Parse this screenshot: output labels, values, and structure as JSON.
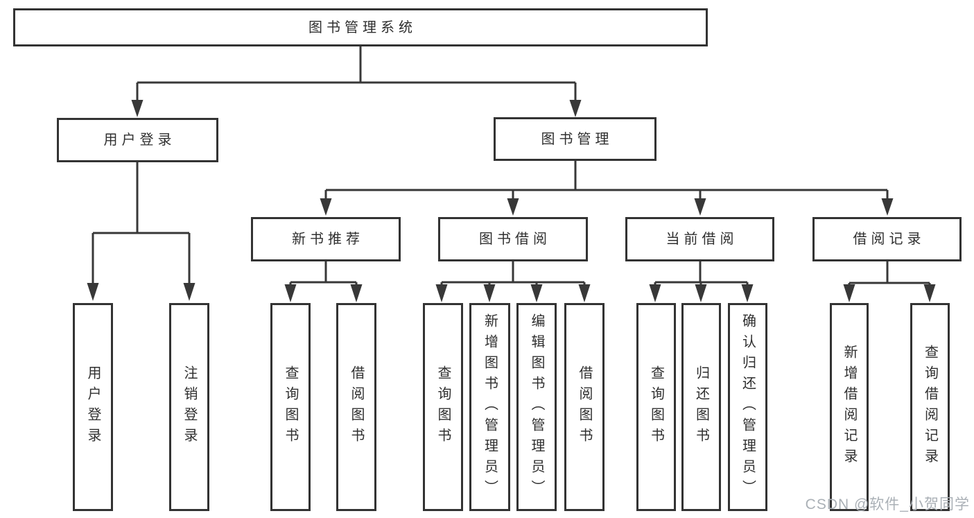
{
  "tree": {
    "label": "图书管理系统",
    "children": [
      {
        "label": "用户登录",
        "children": [
          {
            "label": "用户登录"
          },
          {
            "label": "注销登录"
          }
        ]
      },
      {
        "label": "图书管理",
        "children": [
          {
            "label": "新书推荐",
            "children": [
              {
                "label": "查询图书"
              },
              {
                "label": "借阅图书"
              }
            ]
          },
          {
            "label": "图书借阅",
            "children": [
              {
                "label": "查询图书"
              },
              {
                "label": "新增图书（管理员）"
              },
              {
                "label": "编辑图书（管理员）"
              },
              {
                "label": "借阅图书"
              }
            ]
          },
          {
            "label": "当前借阅",
            "children": [
              {
                "label": "查询图书"
              },
              {
                "label": "归还图书"
              },
              {
                "label": "确认归还（管理员）"
              }
            ]
          },
          {
            "label": "借阅记录",
            "children": [
              {
                "label": "新增借阅记录"
              },
              {
                "label": "查询借阅记录"
              }
            ]
          }
        ]
      }
    ]
  },
  "watermark": "CSDN @软件_小贺同学",
  "colors": {
    "line": "#383838",
    "box_border": "#333333",
    "text": "#2f2f2f",
    "watermark": "#aab0b6",
    "background": "#ffffff"
  }
}
